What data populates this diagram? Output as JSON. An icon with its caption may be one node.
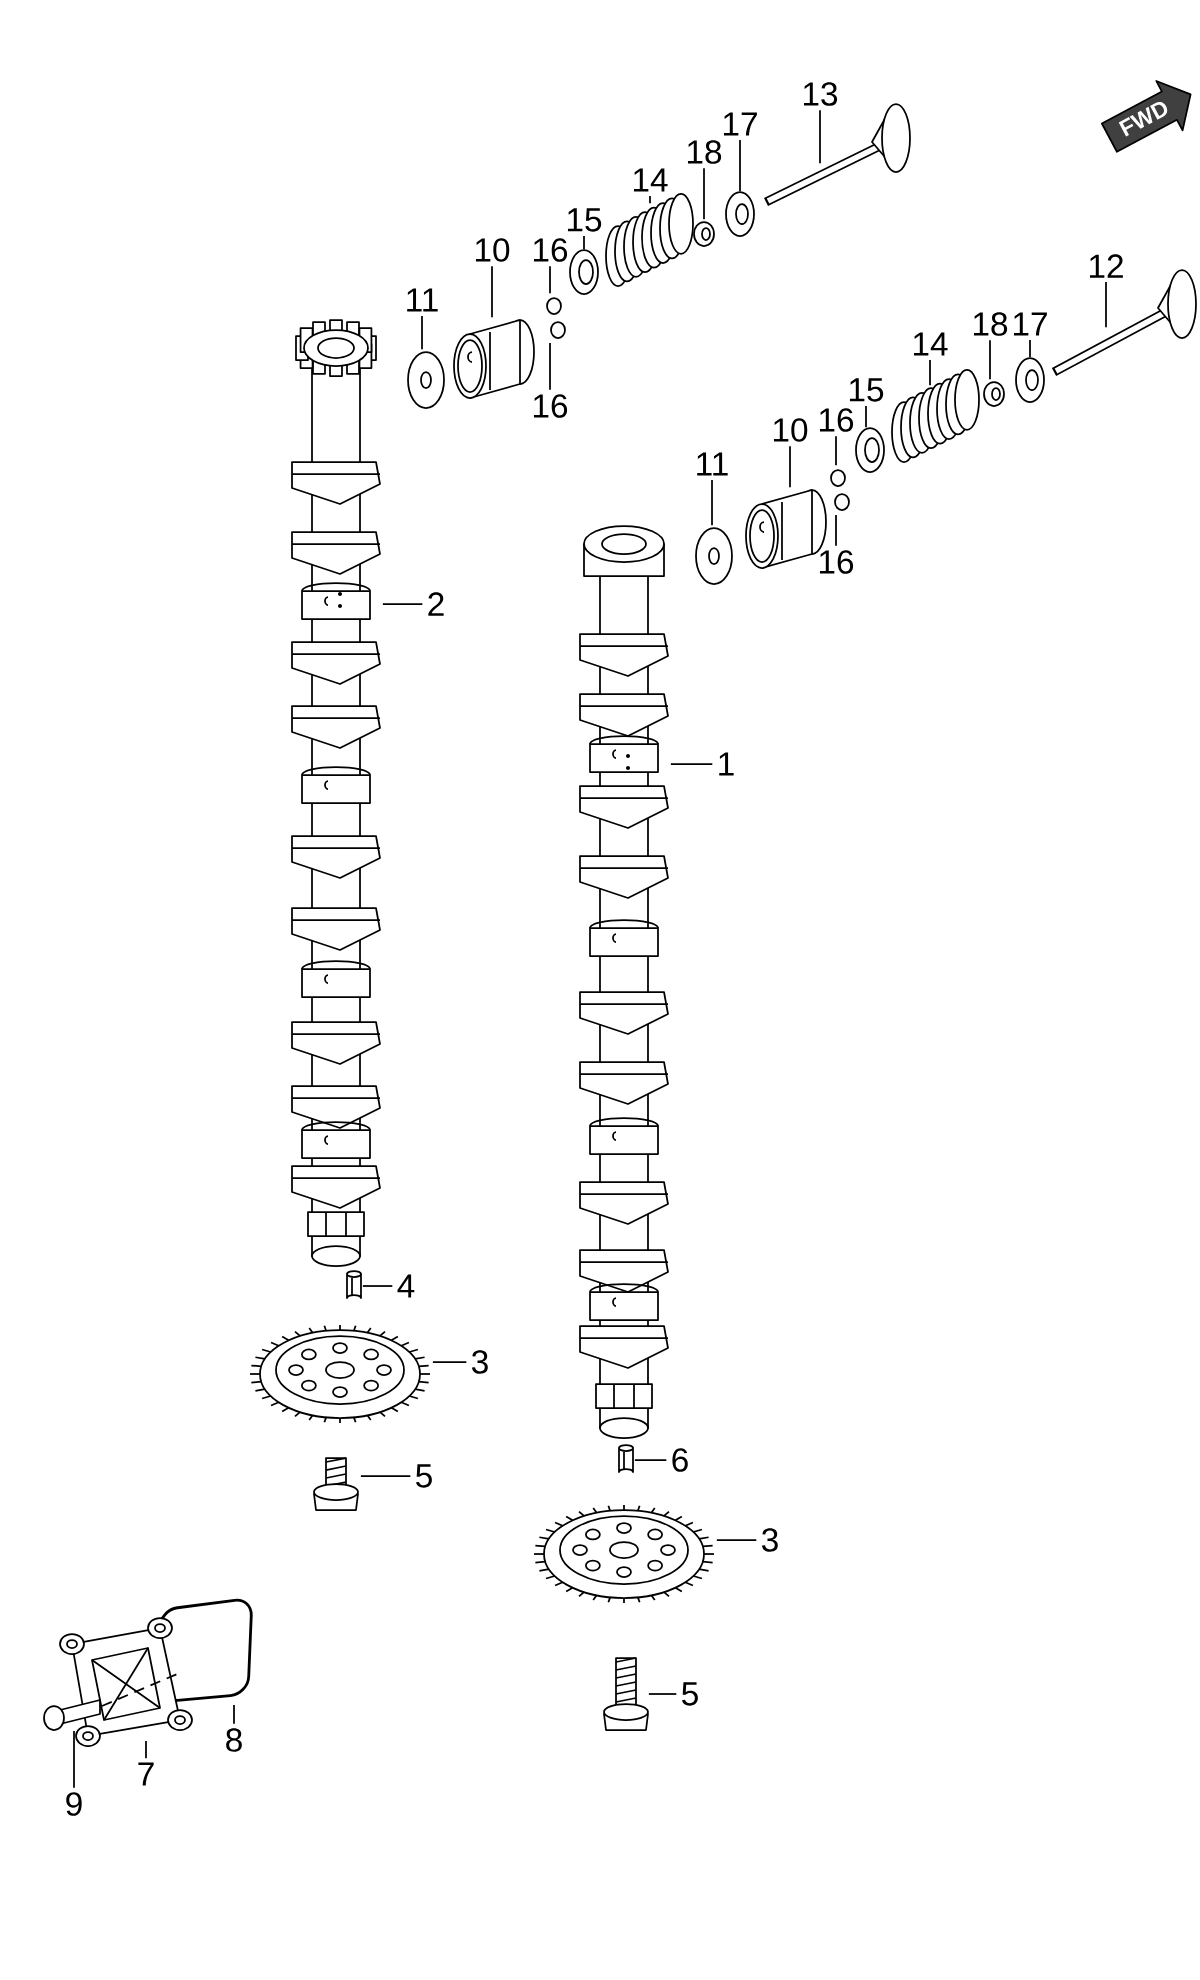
{
  "diagram": {
    "nodes": [
      {
        "text": [
          "13"
        ]
      },
      {
        "text": [],
        "shape": "picture"
      },
      {
        "text": [
          "17"
        ]
      },
      {
        "text": [],
        "shape": "picture"
      },
      {
        "text": [
          "18"
        ]
      },
      {
        "text": [],
        "shape": "picture"
      },
      {
        "text": [
          "14"
        ]
      },
      {
        "text": [],
        "shape": "picture"
      },
      {
        "text": [
          "15"
        ]
      },
      {
        "text": [],
        "shape": "picture"
      },
      {
        "text": [
          "16"
        ]
      },
      {
        "text": [],
        "shape": "picture"
      },
      {
        "text": [
          "10"
        ]
      },
      {
        "text": [],
        "shape": "picture"
      },
      {
        "text": [
          "11"
        ]
      },
      {
        "text": [],
        "shape": "picture"
      },
      {
        "text": [
          "16"
        ]
      },
      {
        "text": [
          "12"
        ]
      },
      {
        "text": [],
        "shape": "picture"
      },
      {
        "text": [
          "17"
        ]
      },
      {
        "text": [],
        "shape": "picture"
      },
      {
        "text": [
          "18"
        ]
      },
      {
        "text": [],
        "shape": "picture"
      },
      {
        "text": [
          "14"
        ]
      },
      {
        "text": [],
        "shape": "picture"
      },
      {
        "text": [
          "15"
        ]
      },
      {
        "text": [],
        "shape": "picture"
      },
      {
        "text": [
          "16"
        ]
      },
      {
        "text": [],
        "shape": "picture"
      },
      {
        "text": [
          "10"
        ]
      },
      {
        "text": [],
        "shape": "picture"
      },
      {
        "text": [
          "11"
        ]
      },
      {
        "text": [],
        "shape": "picture"
      },
      {
        "text": [
          "16"
        ]
      },
      {
        "text": [],
        "shape": "picture"
      },
      {
        "text": [
          "2"
        ]
      },
      {
        "text": [],
        "shape": "picture"
      },
      {
        "text": [
          "1"
        ]
      },
      {
        "text": [],
        "shape": "picture"
      },
      {
        "text": [
          "4"
        ]
      },
      {
        "text": [],
        "shape": "picture"
      },
      {
        "text": [
          "3"
        ]
      },
      {
        "text": [],
        "shape": "picture"
      },
      {
        "text": [
          "5"
        ]
      },
      {
        "text": [],
        "shape": "picture"
      },
      {
        "text": [
          "6"
        ]
      },
      {
        "text": [],
        "shape": "picture"
      },
      {
        "text": [
          "3"
        ]
      },
      {
        "text": [],
        "shape": "picture"
      },
      {
        "text": [
          "5"
        ]
      },
      {
        "text": [],
        "shape": "picture"
      },
      {
        "text": [],
        "shape": "picture"
      },
      {
        "text": [],
        "shape": "picture"
      },
      {
        "text": [
          "8"
        ]
      },
      {
        "text": [
          "7"
        ]
      },
      {
        "text": [
          "9"
        ]
      }
    ],
    "edges": [
      {
        "from": 0,
        "to": 1,
        "arrow": "none"
      },
      {
        "from": 2,
        "to": 3,
        "arrow": "none"
      },
      {
        "from": 4,
        "to": 5,
        "arrow": "none"
      },
      {
        "from": 6,
        "to": 7,
        "arrow": "none"
      },
      {
        "from": 8,
        "to": 9,
        "arrow": "none"
      },
      {
        "from": 10,
        "to": 11,
        "arrow": "none"
      },
      {
        "from": 12,
        "to": 13,
        "arrow": "none"
      },
      {
        "from": 14,
        "to": 15,
        "arrow": "none"
      },
      {
        "from": 16,
        "to": 11,
        "arrow": "none"
      },
      {
        "from": 17,
        "to": 18,
        "arrow": "none"
      },
      {
        "from": 19,
        "to": 20,
        "arrow": "none"
      },
      {
        "from": 21,
        "to": 22,
        "arrow": "none"
      },
      {
        "from": 23,
        "to": 24,
        "arrow": "none"
      },
      {
        "from": 25,
        "to": 26,
        "arrow": "none"
      },
      {
        "from": 27,
        "to": 28,
        "arrow": "none"
      },
      {
        "from": 29,
        "to": 30,
        "arrow": "none"
      },
      {
        "from": 31,
        "to": 32,
        "arrow": "none"
      },
      {
        "from": 33,
        "to": 28,
        "arrow": "none"
      },
      {
        "from": 35,
        "to": 34,
        "arrow": "none"
      },
      {
        "from": 37,
        "to": 36,
        "arrow": "none"
      },
      {
        "from": 39,
        "to": 38,
        "arrow": "none"
      },
      {
        "from": 41,
        "to": 40,
        "arrow": "none"
      },
      {
        "from": 43,
        "to": 42,
        "arrow": "none"
      },
      {
        "from": 45,
        "to": 44,
        "arrow": "none"
      },
      {
        "from": 47,
        "to": 46,
        "arrow": "none"
      },
      {
        "from": 49,
        "to": 48,
        "arrow": "none"
      },
      {
        "from": 53,
        "to": 50,
        "arrow": "none"
      },
      {
        "from": 54,
        "to": 51,
        "arrow": "none"
      },
      {
        "from": 55,
        "to": 52,
        "arrow": "none"
      }
    ],
    "labels": [
      "FWD"
    ]
  }
}
